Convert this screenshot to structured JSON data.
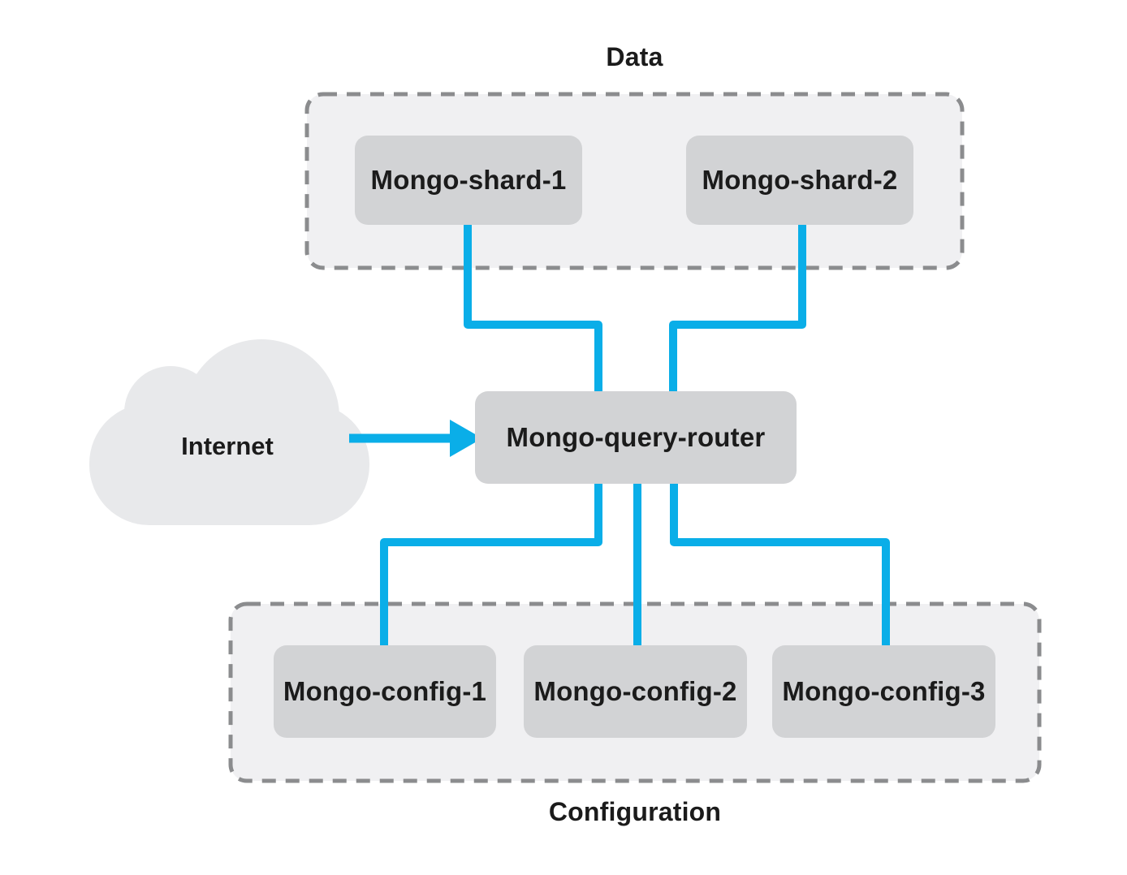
{
  "colors": {
    "connector": "#0aaee8",
    "node_fill": "#d2d3d5",
    "group_fill": "#f0f0f2",
    "group_border": "#8b8c8e",
    "cloud_fill": "#e8e9eb",
    "text": "#1b1b1b"
  },
  "groups": {
    "data": {
      "label": "Data"
    },
    "configuration": {
      "label": "Configuration"
    }
  },
  "nodes": {
    "internet": {
      "label": "Internet"
    },
    "shard1": {
      "label": "Mongo-shard-1"
    },
    "shard2": {
      "label": "Mongo-shard-2"
    },
    "router": {
      "label": "Mongo-query-router"
    },
    "config1": {
      "label": "Mongo-config-1"
    },
    "config2": {
      "label": "Mongo-config-2"
    },
    "config3": {
      "label": "Mongo-config-3"
    }
  }
}
